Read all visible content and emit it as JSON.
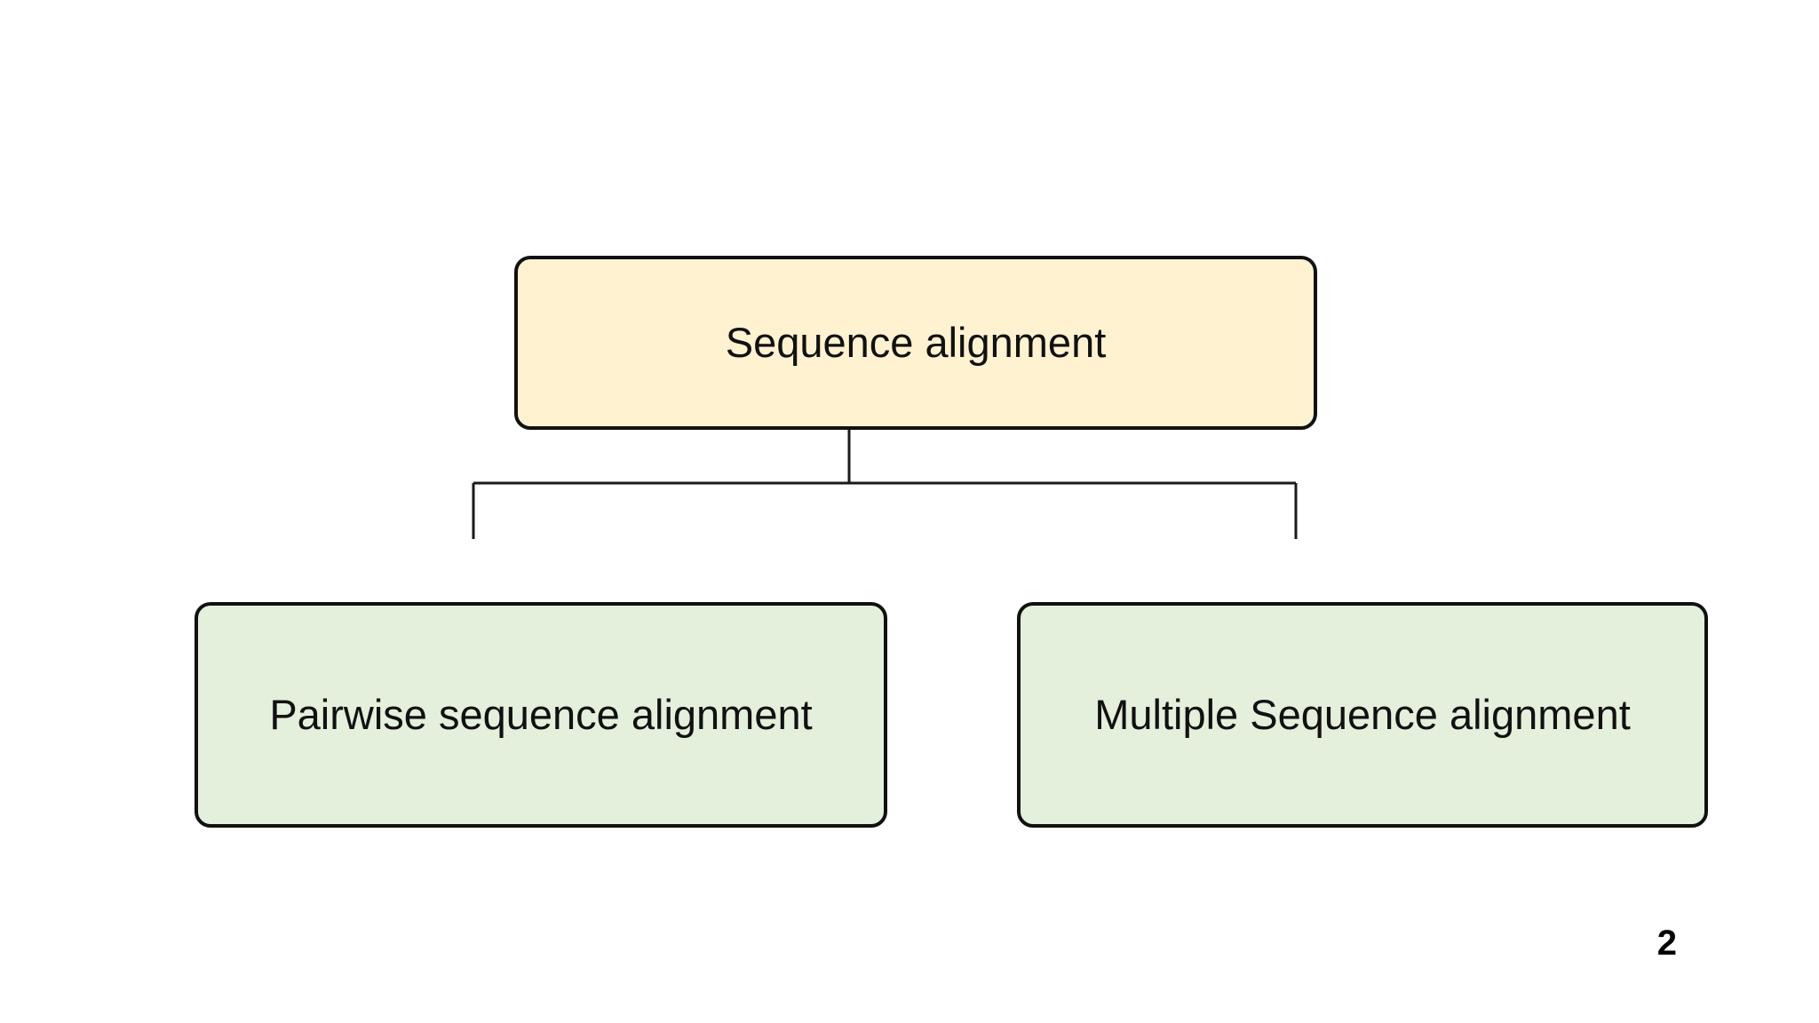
{
  "colors": {
    "root_fill": "#fff2d1",
    "child_fill": "#e4efdc",
    "border": "#111111",
    "connector": "#1a1a1a"
  },
  "diagram": {
    "root": {
      "label": "Sequence alignment"
    },
    "children": [
      {
        "label": "Pairwise sequence alignment"
      },
      {
        "label": "Multiple Sequence alignment"
      }
    ]
  },
  "slide": {
    "page_number": "2"
  }
}
